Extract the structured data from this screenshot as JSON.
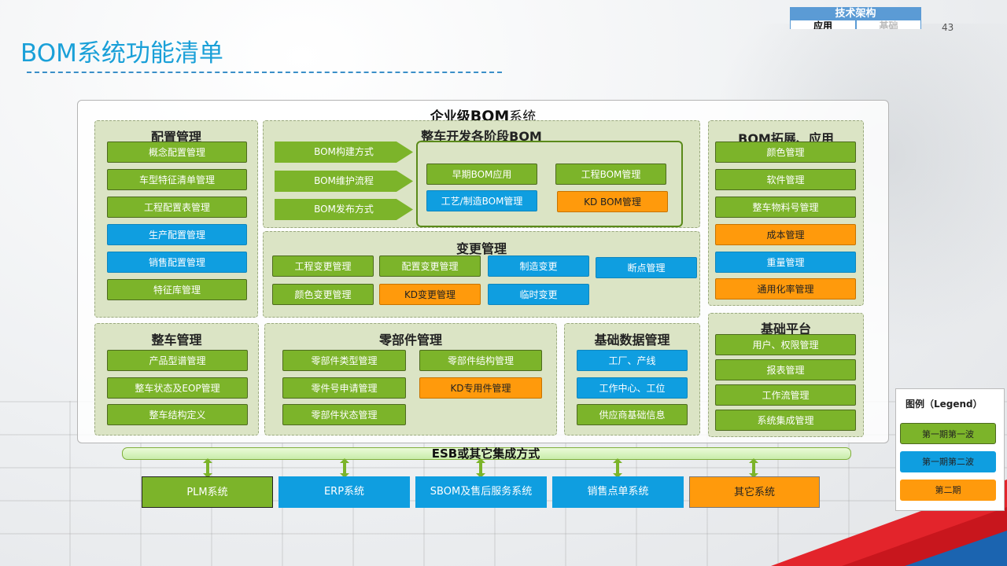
{
  "header": {
    "title": "BOM系统功能清单",
    "page_number": "43",
    "tag": {
      "top": "技术架构",
      "left": "应用",
      "right": "基础"
    }
  },
  "diagram": {
    "title_prefix": "企业级",
    "title_bold": "BOM",
    "title_suffix": "系统",
    "config": {
      "title": "配置管理",
      "items": [
        "概念配置管理",
        "车型特征清单管理",
        "工程配置表管理",
        "生产配置管理",
        "销售配置管理",
        "特征库管理"
      ]
    },
    "stages": {
      "title": "整车开发各阶段BOM",
      "arrows": [
        "BOM构建方式",
        "BOM维护流程",
        "BOM发布方式"
      ],
      "items": [
        "早期BOM应用",
        "工程BOM管理",
        "工艺/制造BOM管理",
        "KD BOM管理"
      ]
    },
    "ext": {
      "title": "BOM拓展、应用",
      "items": [
        "颜色管理",
        "软件管理",
        "整车物料号管理",
        "成本管理",
        "重量管理",
        "通用化率管理"
      ]
    },
    "change": {
      "title": "变更管理",
      "items": [
        "工程变更管理",
        "配置变更管理",
        "制造变更",
        "断点管理",
        "颜色变更管理",
        "KD变更管理",
        "临时变更"
      ]
    },
    "vehicle": {
      "title": "整车管理",
      "items": [
        "产品型谱管理",
        "整车状态及EOP管理",
        "整车结构定义"
      ]
    },
    "parts": {
      "title": "零部件管理",
      "items": [
        "零部件类型管理",
        "零部件结构管理",
        "零件号申请管理",
        "KD专用件管理",
        "零部件状态管理"
      ]
    },
    "basedata": {
      "title": "基础数据管理",
      "items": [
        "工厂、产线",
        "工作中心、工位",
        "供应商基础信息"
      ]
    },
    "platform": {
      "title": "基础平台",
      "items": [
        "用户、权限管理",
        "报表管理",
        "工作流管理",
        "系统集成管理"
      ]
    },
    "esb": "ESB或其它集成方式",
    "systems": [
      "PLM系统",
      "ERP系统",
      "SBOM及售后服务系统",
      "销售点单系统",
      "其它系统"
    ]
  },
  "legend": {
    "title": "图例（Legend）",
    "items": [
      "第一期第一波",
      "第一期第二波",
      "第二期"
    ]
  },
  "colors": {
    "green": "#7cb42a",
    "blue": "#0f9ee0",
    "orange": "#ff9a0c",
    "title": "#1aa0d8"
  }
}
